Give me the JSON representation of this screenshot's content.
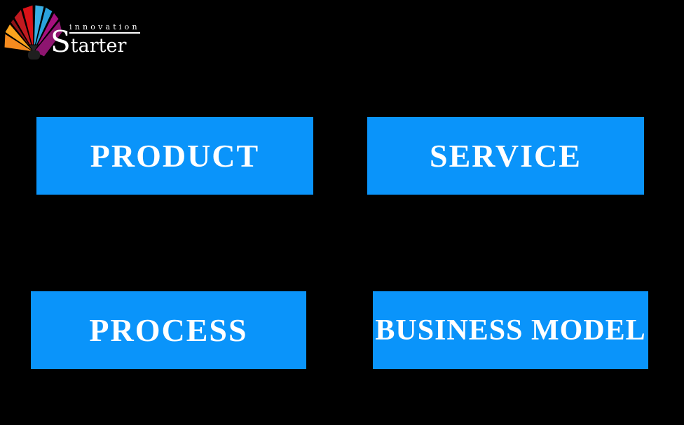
{
  "page": {
    "background": "#000000",
    "text_color": "#FFFFFF"
  },
  "logo": {
    "brand_top": "innovation",
    "brand_initial": "S",
    "brand_rest": "tarter",
    "colors": {
      "orange": "#F68B1F",
      "orange_light": "#FBA41E",
      "dark_red": "#8F1418",
      "red_medium": "#C11A20",
      "red_bright": "#DA1218",
      "blue_light": "#38AFE5",
      "blue": "#2AA2DC",
      "magenta": "#A8107E",
      "magenta_dark": "#8E1570",
      "knot": "#262626",
      "stem": "#1F1F1F"
    }
  },
  "grid": {
    "box_color": "#0A94FA",
    "label_color": "#FFFFFF",
    "boxes": [
      {
        "key": "product",
        "label": "PRODUCT"
      },
      {
        "key": "service",
        "label": "SERVICE"
      },
      {
        "key": "process",
        "label": "PROCESS"
      },
      {
        "key": "business_model",
        "label": "BUSINESS MODEL"
      }
    ]
  }
}
